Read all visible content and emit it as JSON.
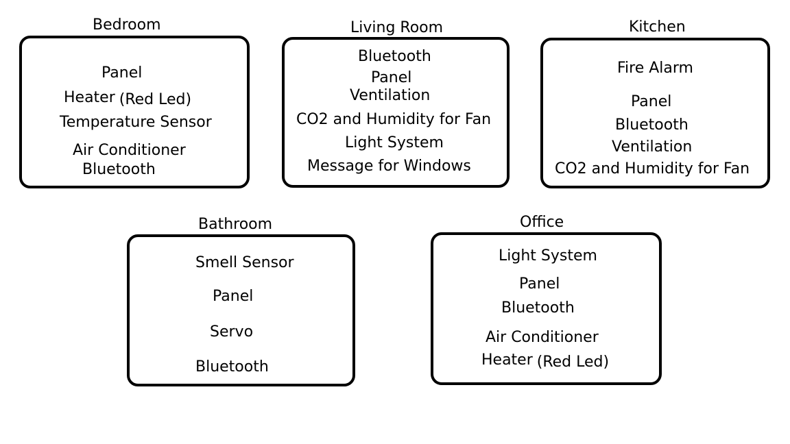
{
  "rooms": {
    "bedroom": {
      "title": "Bedroom",
      "items": [
        "Panel",
        "Heater",
        "Temperature Sensor",
        "Air Conditioner",
        "Bluetooth"
      ],
      "heater_note": "(Red Led)"
    },
    "living_room": {
      "title": "Living Room",
      "items": [
        "Bluetooth",
        "Panel",
        "Ventilation",
        "CO2 and Humidity for Fan",
        "Light System",
        "Message for Windows"
      ]
    },
    "kitchen": {
      "title": "Kitchen",
      "items": [
        "Fire Alarm",
        "Panel",
        "Bluetooth",
        "Ventilation",
        "CO2 and Humidity for Fan"
      ]
    },
    "bathroom": {
      "title": "Bathroom",
      "items": [
        "Smell Sensor",
        "Panel",
        "Servo",
        "Bluetooth"
      ]
    },
    "office": {
      "title": "Office",
      "items": [
        "Light System",
        "Panel",
        "Bluetooth",
        "Air Conditioner",
        "Heater"
      ],
      "heater_note": "(Red Led)"
    }
  }
}
